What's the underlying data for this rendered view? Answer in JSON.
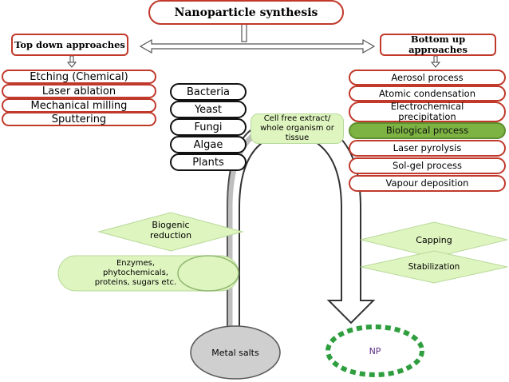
{
  "title": "Nanoparticle synthesis",
  "top_down": {
    "label": "Top down approaches",
    "items": [
      "Etching (Chemical)",
      "Laser ablation",
      "Mechanical milling",
      "Sputtering"
    ]
  },
  "bottom_up": {
    "label": "Bottom up approaches",
    "items": [
      "Aerosol process",
      "Atomic condensation",
      "Electrochemical precipitation",
      "Biological process",
      "Laser pyrolysis",
      "Sol-gel process",
      "Vapour deposition"
    ]
  },
  "organisms": [
    "Bacteria",
    "Yeast",
    "Fungi",
    "Algae",
    "Plants"
  ],
  "cell_free": "Cell free extract/ whole organism or tissue",
  "biogenic": "Biogenic reduction",
  "enzymes": "Enzymes, phytochemicals, proteins, sugars etc.",
  "capping": "Capping",
  "stabilization": "Stabilization",
  "metal_salts": "Metal salts",
  "np": "NP",
  "colors": {
    "red_border": "#c0392b",
    "green_highlight": "#7cb342",
    "light_green": "#dff5c0",
    "np_dash": "#2e9e3e",
    "np_text": "#5a2d82"
  }
}
